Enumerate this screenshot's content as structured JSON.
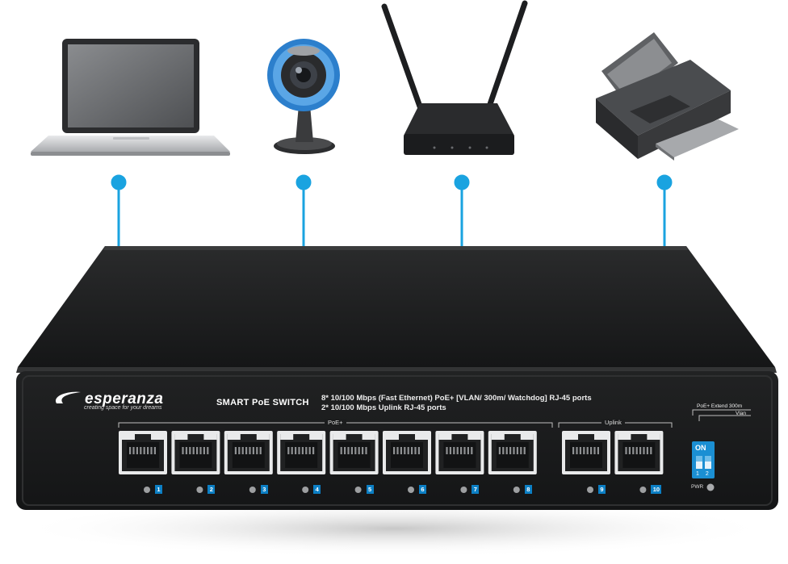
{
  "brand": {
    "name": "esperanza",
    "tagline": "creating space for your dreams"
  },
  "product": {
    "title": "SMART PoE SWITCH",
    "spec_line_1": "8* 10/100 Mbps (Fast Ethernet) PoE+ [VLAN/ 300m/ Watchdog] RJ-45 ports",
    "spec_line_2": "2* 10/100 Mbps Uplink RJ-45 ports"
  },
  "groups": {
    "poe_label": "PoE+",
    "uplink_label": "Uplink"
  },
  "ports": [
    "1",
    "2",
    "3",
    "4",
    "5",
    "6",
    "7",
    "8",
    "9",
    "10"
  ],
  "dip_switch": {
    "label_top": "PoE+ Extend 300m",
    "label_bottom": "Vlan",
    "on_label": "ON",
    "numbers": "1 2"
  },
  "power": {
    "label": "PWR"
  },
  "devices": [
    "laptop-icon",
    "webcam-icon",
    "router-icon",
    "printer-icon"
  ],
  "colors": {
    "accent": "#1aa3e0",
    "switch_body": "#222324",
    "port_number_bg": "#0c7fc4"
  }
}
